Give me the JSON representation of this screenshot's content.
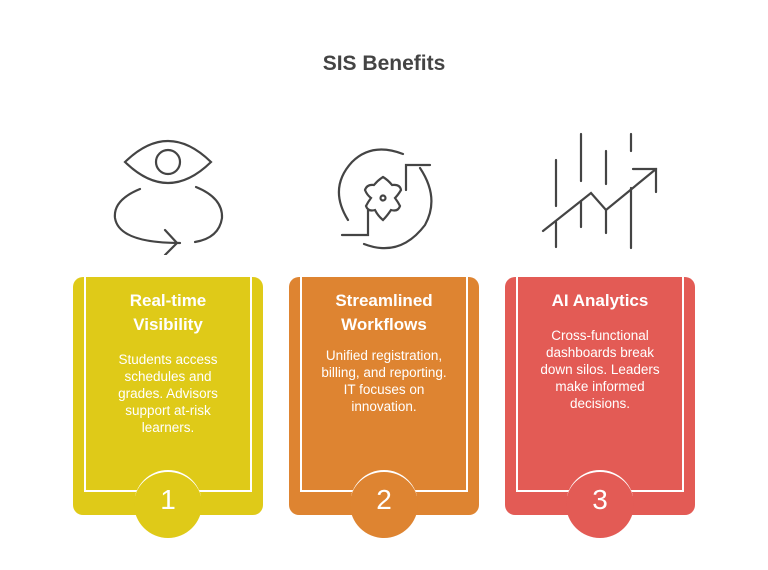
{
  "title": "SIS Benefits",
  "colors": {
    "card1": "#dfca18",
    "card2": "#de8431",
    "card3": "#e35b55",
    "icon_stroke": "#444444",
    "title": "#444444"
  },
  "cards": [
    {
      "number": "1",
      "heading_line1": "Real-time",
      "heading_line2": "Visibility",
      "icon": "eye-rotate-icon",
      "body": [
        "Students access",
        "schedules and",
        "grades. Advisors",
        "support at-risk",
        "learners."
      ]
    },
    {
      "number": "2",
      "heading_line1": "Streamlined",
      "heading_line2": "Workflows",
      "icon": "gear-refresh-icon",
      "body": [
        "Unified registration,",
        "billing, and reporting.",
        "IT focuses on",
        "innovation."
      ]
    },
    {
      "number": "3",
      "heading_line1": "AI Analytics",
      "heading_line2": "",
      "icon": "trend-arrow-icon",
      "body": [
        "Cross-functional",
        "dashboards break",
        "down silos. Leaders",
        "make informed",
        "decisions."
      ]
    }
  ]
}
